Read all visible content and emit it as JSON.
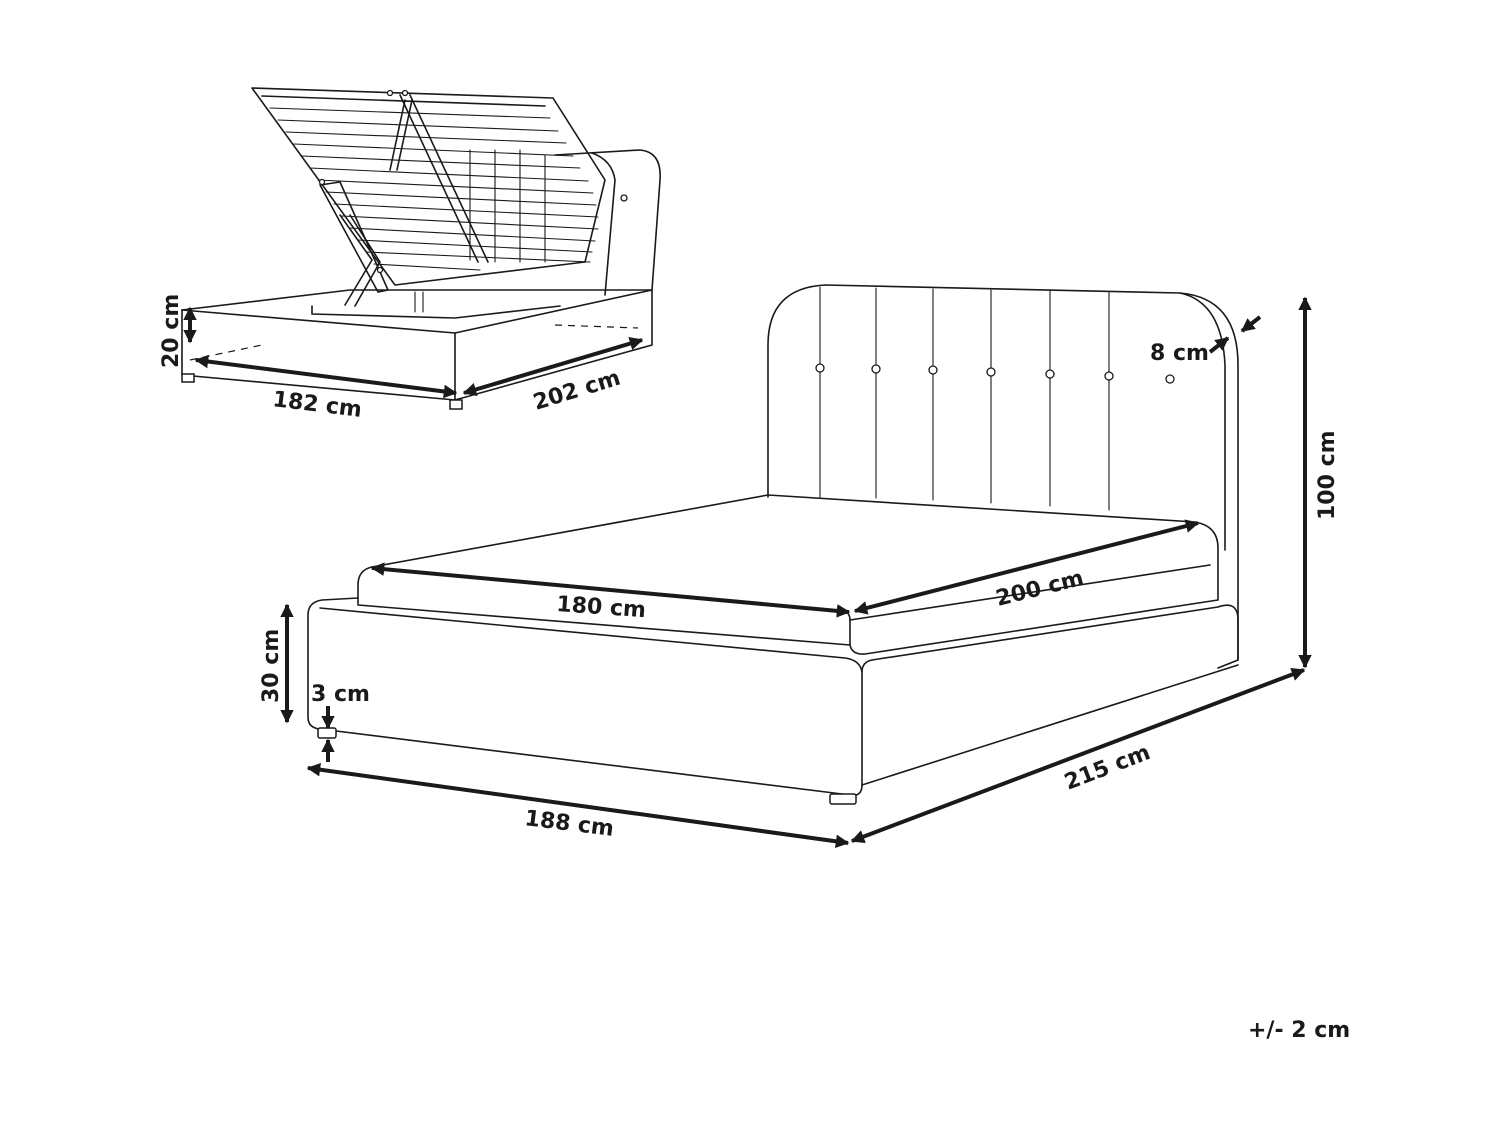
{
  "dimensions": {
    "storage_height": "20 cm",
    "storage_width": "182 cm",
    "storage_length": "202 cm",
    "headboard_thickness": "8 cm",
    "total_height": "100 cm",
    "mattress_width": "180 cm",
    "mattress_length": "200 cm",
    "frame_height": "30 cm",
    "leg_height": "3 cm",
    "frame_width": "188 cm",
    "total_length": "215 cm"
  },
  "tolerance": "+/- 2 cm"
}
